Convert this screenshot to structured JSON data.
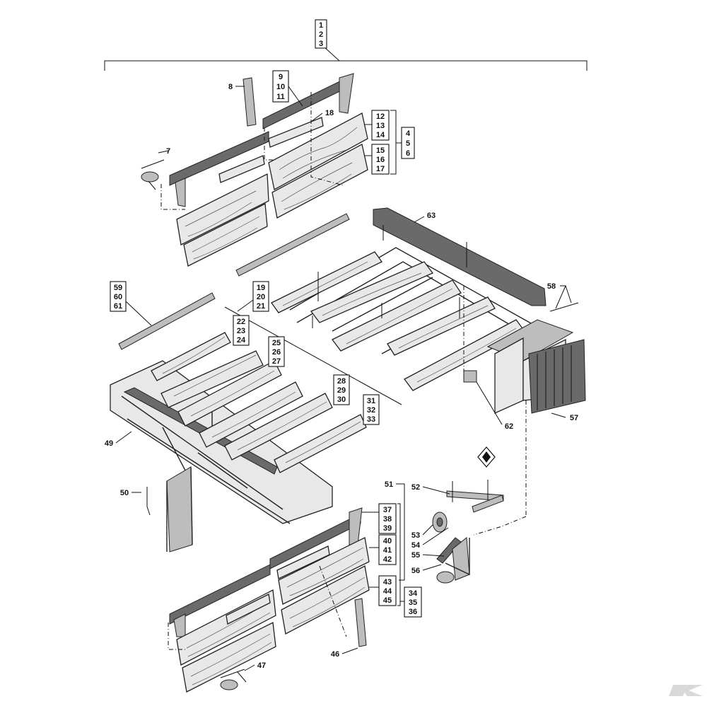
{
  "callouts": {
    "c1": "1",
    "c2": "2",
    "c3": "3",
    "c4": "4",
    "c5": "5",
    "c6": "6",
    "c7": "7",
    "c8": "8",
    "c9": "9",
    "c10": "10",
    "c11": "11",
    "c12": "12",
    "c13": "13",
    "c14": "14",
    "c15": "15",
    "c16": "16",
    "c17": "17",
    "c18": "18",
    "c19": "19",
    "c20": "20",
    "c21": "21",
    "c22": "22",
    "c23": "23",
    "c24": "24",
    "c25": "25",
    "c26": "26",
    "c27": "27",
    "c28": "28",
    "c29": "29",
    "c30": "30",
    "c31": "31",
    "c32": "32",
    "c33": "33",
    "c34": "34",
    "c35": "35",
    "c36": "36",
    "c37": "37",
    "c38": "38",
    "c39": "39",
    "c40": "40",
    "c41": "41",
    "c42": "42",
    "c43": "43",
    "c44": "44",
    "c45": "45",
    "c46": "46",
    "c47": "47",
    "c49": "49",
    "c50": "50",
    "c51": "51",
    "c52": "52",
    "c53": "53",
    "c54": "54",
    "c55": "55",
    "c56": "56",
    "c57": "57",
    "c58": "58",
    "c59": "59",
    "c60": "60",
    "c61": "61",
    "c62": "62",
    "c63": "63"
  },
  "icons": {
    "orientation": "diamond-orientation-icon",
    "brand": "kramp-logo-icon"
  },
  "colors": {
    "ink": "#111111",
    "wood": "#e8e8e8",
    "metal": "#6a6a6a",
    "logo": "#d9d9d9"
  }
}
